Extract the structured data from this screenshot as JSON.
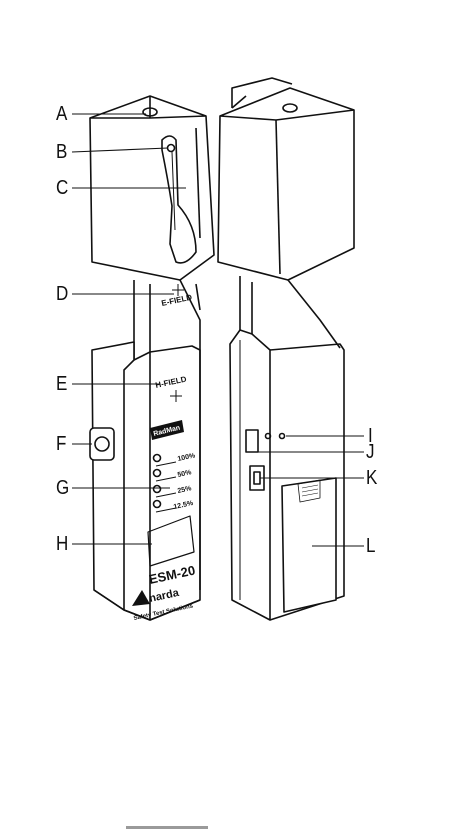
{
  "callouts": {
    "A": "A",
    "B": "B",
    "C": "C",
    "D": "D",
    "E": "E",
    "F": "F",
    "G": "G",
    "H": "H",
    "I": "I",
    "J": "J",
    "K": "K",
    "L": "L"
  },
  "device": {
    "e_field_label": "E-FIELD",
    "h_field_label": "H-FIELD",
    "model": "ESM-20",
    "brand": "narda",
    "tagline": "Safety Test Solutions",
    "logo_text": "RadMan",
    "levels": [
      "100%",
      "50%",
      "25%",
      "12.5%"
    ]
  },
  "colors": {
    "line": "#111111",
    "paper": "#ffffff",
    "link": "#9a9a9a"
  }
}
